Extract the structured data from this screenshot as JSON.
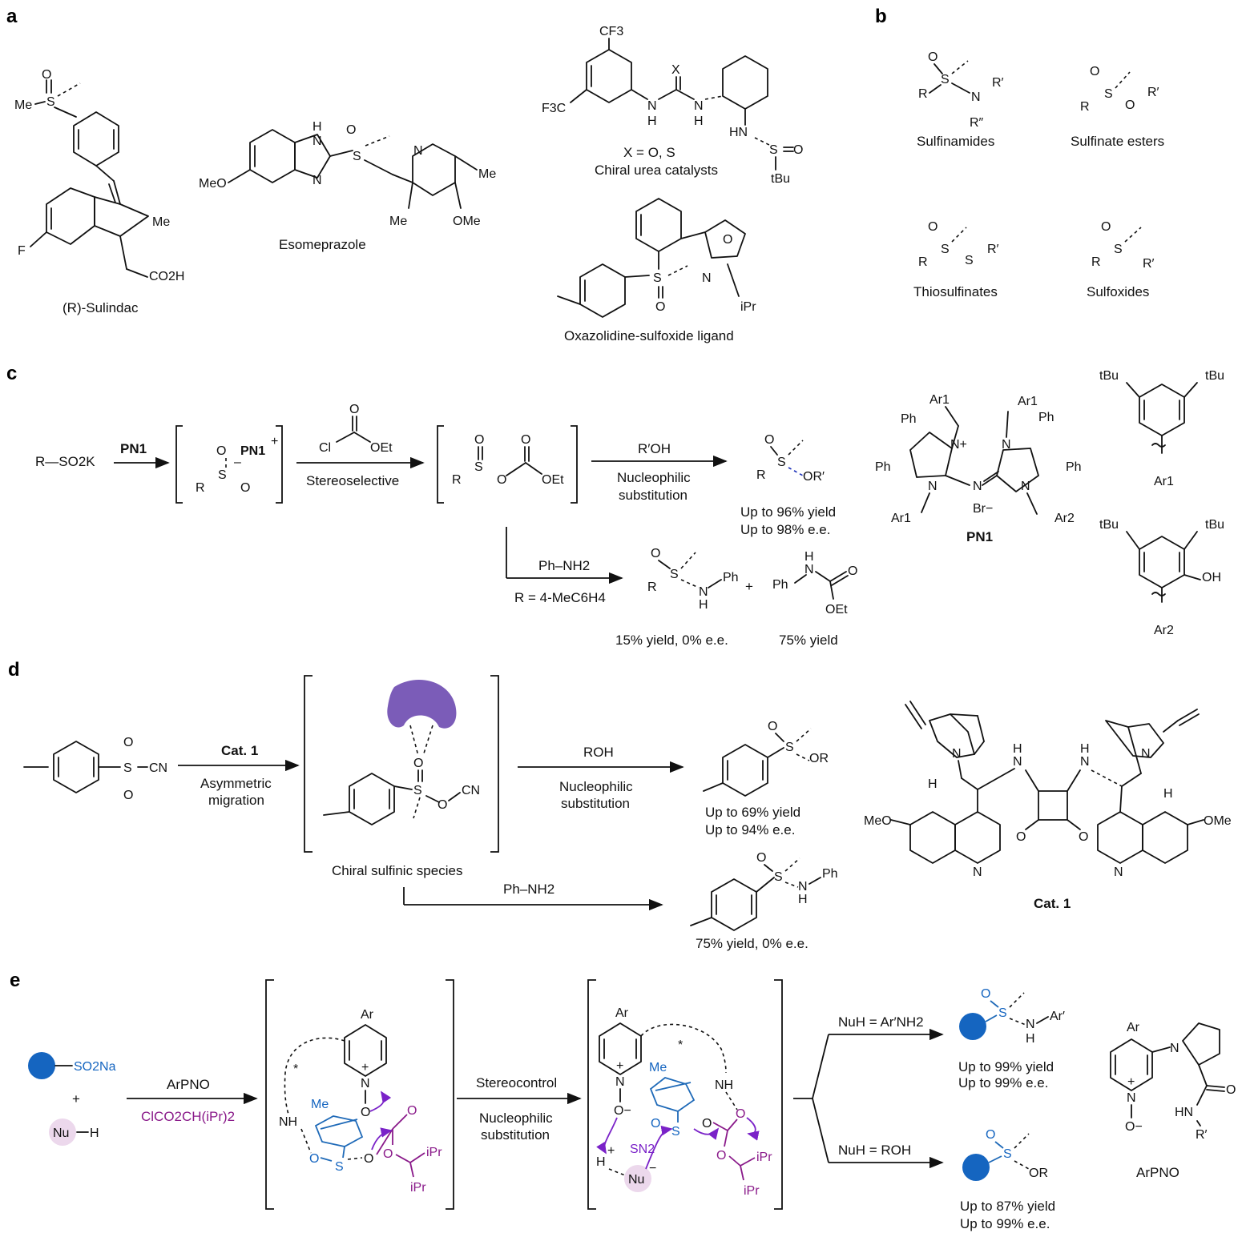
{
  "colors": {
    "text": "#111111",
    "substrate_blue": "#1565c0",
    "chloroformate_purple": "#8a1a8a",
    "mechanism_arrow": "#7a22c8",
    "catalyst_pocket": "#7b5cb8",
    "nucleophile_pink": "#ecd8ec"
  },
  "panels": {
    "a": {
      "letter": "a",
      "sulindac": {
        "name": "(R)-Sulindac",
        "labels": {
          "o": "O",
          "me_s": "Me",
          "s": "S",
          "me2": "Me",
          "f": "F",
          "co2h": "CO2H"
        }
      },
      "esomeprazole": {
        "name": "Esomeprazole",
        "labels": {
          "h": "H",
          "n1": "N",
          "n2": "N",
          "meo": "MeO",
          "o": "O",
          "s": "S",
          "npy": "N",
          "me1": "Me",
          "me2": "Me",
          "ome": "OMe"
        }
      },
      "urea": {
        "name": "Chiral urea catalysts",
        "x_def": "X = O, S",
        "labels": {
          "cf3": "CF3",
          "f3c": "F3C",
          "x": "X",
          "n1": "N",
          "h1": "H",
          "n2": "N",
          "h2": "H",
          "n3": "N",
          "hn": "HN",
          "s": "S",
          "o": "O",
          "tbu": "tBu"
        }
      },
      "oxazolidine": {
        "name": "Oxazolidine-sulfoxide ligand",
        "labels": {
          "s": "S",
          "o_s": "O",
          "o_ring": "O",
          "n": "N",
          "ipr": "iPr"
        }
      }
    },
    "b": {
      "letter": "b",
      "classes": [
        "Sulfinamides",
        "Sulfinate esters",
        "Thiosulfinates",
        "Sulfoxides"
      ],
      "labels": {
        "o": "O",
        "s": "S",
        "r": "R",
        "n": "N",
        "r1": "R′",
        "r2": "R″",
        "o_est": "O",
        "s2": "S"
      }
    },
    "c": {
      "letter": "c",
      "start": "R—SO2K",
      "reagent1": "PN1",
      "int1": {
        "o": "O",
        "s": "S",
        "r": "R",
        "o2": "O",
        "charge_plus": "+",
        "charge_minus": "–",
        "pn1": "PN1"
      },
      "reagent2": {
        "cl": "Cl",
        "o": "O",
        "oet": "OEt",
        "label": "Stereoselective"
      },
      "int2": {
        "r": "R",
        "s": "S",
        "o": "O",
        "o2": "O",
        "oet": "OEt",
        "o_carb": "O"
      },
      "step3": {
        "reagent": "R′OH",
        "label1": "Nucleophilic",
        "label2": "substitution"
      },
      "product1": {
        "o": "O",
        "s": "S",
        "r": "R",
        "or": "OR′",
        "yield": "Up to 96% yield",
        "ee": "Up to 98% e.e."
      },
      "step4": {
        "reagent": "Ph–NH2",
        "condition": "R = 4-MeC6H4"
      },
      "product2": {
        "o": "O",
        "s": "S",
        "r": "R",
        "ph": "Ph",
        "n": "N",
        "h": "H",
        "yield": "15% yield, 0% e.e."
      },
      "plus": "+",
      "product3": {
        "ph": "Ph",
        "n": "N",
        "h": "H",
        "o": "O",
        "oet": "OEt",
        "yield": "75% yield"
      },
      "pn1": {
        "name": "PN1",
        "ar1a": "Ar1",
        "ar1b": "Ar1",
        "ar1c": "Ar1",
        "ar2": "Ar2",
        "ph1": "Ph",
        "ph2": "Ph",
        "ph3": "Ph",
        "ph4": "Ph",
        "n1": "N+",
        "n2": "N",
        "n3": "N",
        "n4": "N",
        "n5": "N",
        "br": "Br−"
      },
      "ar1": {
        "name": "Ar1",
        "tbu1": "tBu",
        "tbu2": "tBu"
      },
      "ar2": {
        "name": "Ar2",
        "tbu1": "tBu",
        "tbu2": "tBu",
        "oh": "OH"
      }
    },
    "d": {
      "letter": "d",
      "start": {
        "s": "S",
        "o1": "O",
        "o2": "O",
        "cn": "CN"
      },
      "step1": {
        "reagent": "Cat. 1",
        "label1": "Asymmetric",
        "label2": "migration"
      },
      "intermediate": {
        "name": "Chiral sulfinic species",
        "o": "O",
        "s": "S",
        "o2": "O",
        "cn": "CN"
      },
      "step2": {
        "reagent": "ROH",
        "label1": "Nucleophilic",
        "label2": "substitution"
      },
      "product1": {
        "o": "O",
        "s": "S",
        "or": "OR",
        "yield": "Up to 69% yield",
        "ee": "Up to 94% e.e."
      },
      "step3": {
        "reagent": "Ph–NH2"
      },
      "product2": {
        "o": "O",
        "s": "S",
        "n": "N",
        "h": "H",
        "ph": "Ph",
        "yield": "75% yield, 0% e.e."
      },
      "cat": {
        "name": "Cat. 1",
        "n1": "N",
        "n2": "N",
        "h1": "H",
        "h2": "H",
        "nh1": "N",
        "nh2": "N",
        "hh1": "H",
        "hh2": "H",
        "meo": "MeO",
        "ome": "OMe",
        "nq1": "N",
        "nq2": "N",
        "o1": "O",
        "o2": "O"
      }
    },
    "e": {
      "letter": "e",
      "substrate": "SO2Na",
      "plus": "+",
      "nu": "Nu",
      "h": "H",
      "step1": {
        "reagent": "ArPNO",
        "reagent2": "ClCO2CH(iPr)2"
      },
      "int1": {
        "ar": "Ar",
        "n": "N",
        "plus": "+",
        "o_n": "O",
        "nh": "NH",
        "me": "Me",
        "s": "S",
        "o_s": "O",
        "o_o": "O",
        "o_c": "O",
        "o_c2": "O",
        "ipr1": "iPr",
        "ipr2": "iPr",
        "star": "*"
      },
      "step2": {
        "label1": "Stereocontrol",
        "label2": "Nucleophilic",
        "label3": "substitution"
      },
      "int2": {
        "ar": "Ar",
        "n": "N",
        "plus": "+",
        "o_n": "O−",
        "h": "H",
        "plus2": "+",
        "nu": "Nu",
        "minus": "−",
        "sn2": "SN2",
        "me": "Me",
        "s": "S",
        "o_s": "O",
        "o_o": "O",
        "o_c": "O",
        "o_c2": "O",
        "nh": "NH",
        "ipr1": "iPr",
        "ipr2": "iPr",
        "star": "*"
      },
      "branch1": {
        "reagent": "NuH = Ar′NH2",
        "s": "S",
        "o": "O",
        "n": "N",
        "h": "H",
        "ar": "Ar′",
        "yield": "Up to 99% yield",
        "ee": "Up to 99% e.e."
      },
      "branch2": {
        "reagent": "NuH = ROH",
        "s": "S",
        "o": "O",
        "or": "OR",
        "yield": "Up to 87% yield",
        "ee": "Up to 99% e.e."
      },
      "arpno": {
        "name": "ArPNO",
        "ar": "Ar",
        "n1": "N",
        "n2": "N",
        "plus": "+",
        "o": "O−",
        "hn": "HN",
        "o2": "O",
        "r": "R′"
      }
    }
  }
}
